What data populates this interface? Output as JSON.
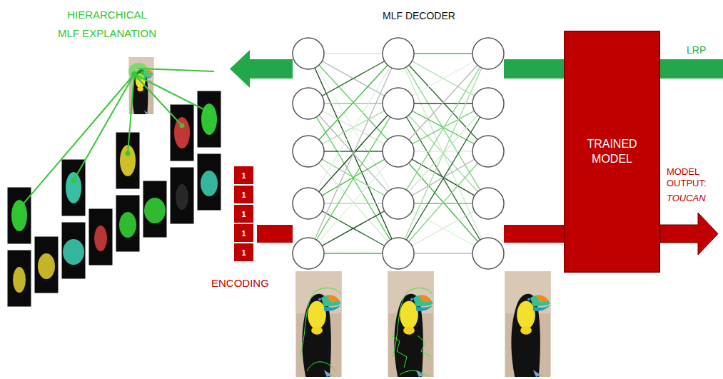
{
  "diagram": {
    "nodes": [
      {
        "text": [
          "TRAINED MODEL"
        ]
      },
      {
        "text": [
          "1"
        ]
      },
      {
        "text": [
          "1"
        ]
      },
      {
        "text": [
          "1"
        ]
      },
      {
        "text": [
          "1"
        ]
      },
      {
        "text": [
          "1"
        ]
      }
    ],
    "labels": [
      "HIERARCHICAL MLF EXPLANATION",
      "MLF DECODER",
      "LRP",
      "MODEL OUTPUT:",
      "TOUCAN",
      "ENCODING"
    ]
  }
}
